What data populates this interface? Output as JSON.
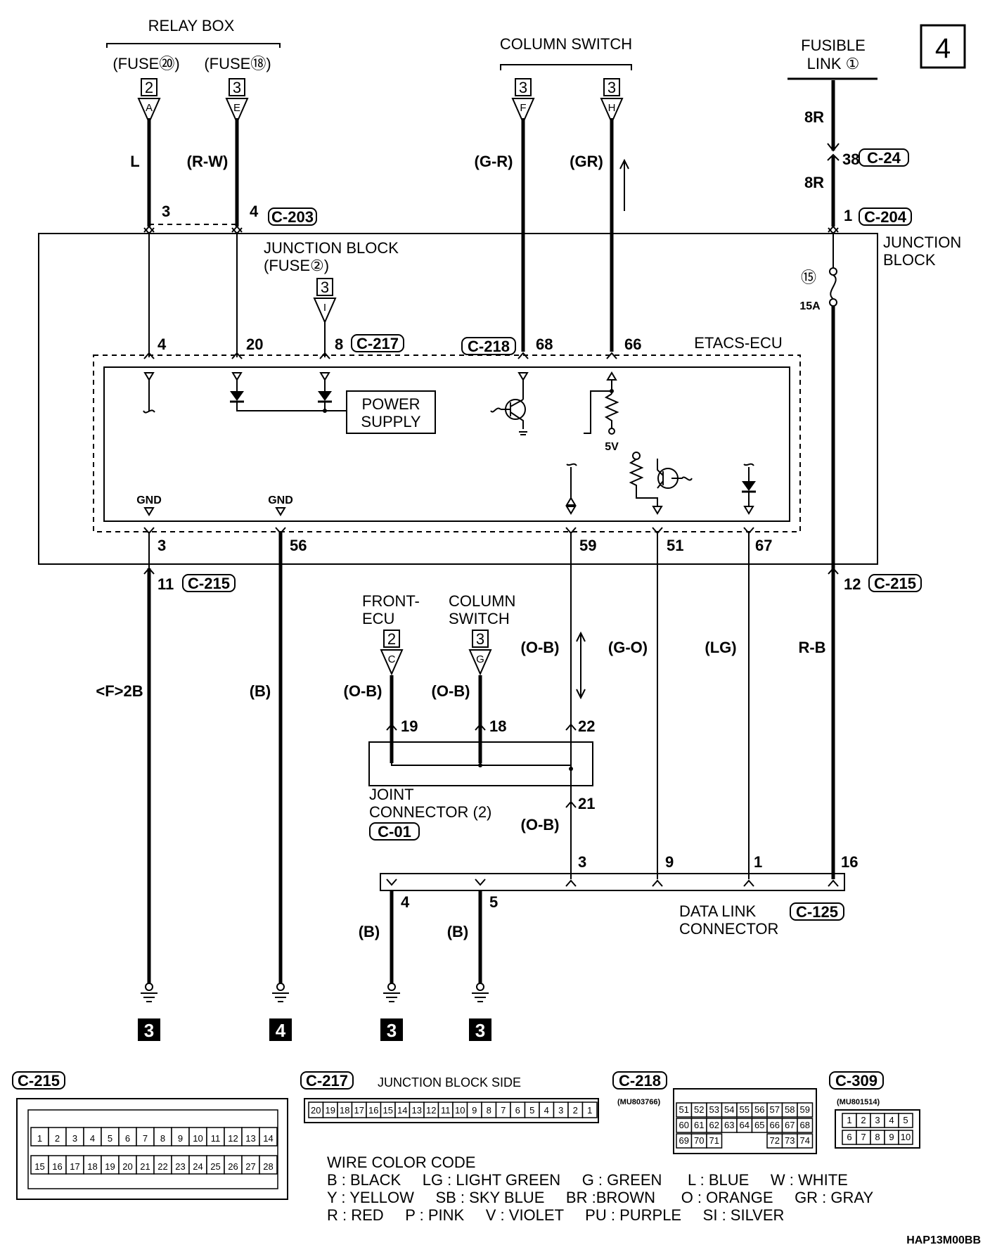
{
  "page_number": "4",
  "headers": {
    "relay_box": "RELAY BOX",
    "fuse23": "(FUSE⑳)",
    "fuse22": "(FUSE⑱)",
    "column_switch": "COLUMN SWITCH",
    "fusible_link_1": "FUSIBLE",
    "fusible_link_2": "LINK ①",
    "junction_block": "JUNCTION BLOCK",
    "junction_block_fuse": "(FUSE②)",
    "junction_block_r1": "JUNCTION",
    "junction_block_r2": "BLOCK",
    "etacs": "ETACS-ECU",
    "power_supply_1": "POWER",
    "power_supply_2": "SUPPLY",
    "front_ecu_1": "FRONT-",
    "front_ecu_2": "ECU",
    "column_switch2_1": "COLUMN",
    "column_switch2_2": "SWITCH",
    "joint_1": "JOINT",
    "joint_2": "CONNECTOR (2)",
    "dlc_1": "DATA LINK",
    "dlc_2": "CONNECTOR",
    "fuse15": "⑮",
    "fuse15a": "15A",
    "v5": "5V",
    "gnd": "GND"
  },
  "connector_tags": {
    "c203": "C-203",
    "c204": "C-204",
    "c24": "C-24",
    "c217": "C-217",
    "c218": "C-218",
    "c215a": "C-215",
    "c215b": "C-215",
    "c01": "C-01",
    "c125": "C-125"
  },
  "connector_ends": {
    "a": {
      "num": "2",
      "letter": "A"
    },
    "e": {
      "num": "3",
      "letter": "E"
    },
    "f": {
      "num": "3",
      "letter": "F"
    },
    "h": {
      "num": "3",
      "letter": "H"
    },
    "i": {
      "num": "3",
      "letter": "I"
    },
    "c": {
      "num": "2",
      "letter": "C"
    },
    "g": {
      "num": "3",
      "letter": "G"
    }
  },
  "wire_colors": {
    "l": "L",
    "rw": "(R-W)",
    "gr_r": "(G-R)",
    "gr": "(GR)",
    "r8a": "8R",
    "r8b": "8R",
    "f2b": "<F>2B",
    "b1": "(B)",
    "ob1": "(O-B)",
    "ob2": "(O-B)",
    "ob3": "(O-B)",
    "ob4": "(O-B)",
    "go": "(G-O)",
    "lg": "(LG)",
    "rb": "R-B",
    "b2": "(B)",
    "b3": "(B)"
  },
  "pins": {
    "p3a": "3",
    "p4a": "4",
    "p38": "38",
    "p1a": "1",
    "p4b": "4",
    "p20": "20",
    "p8": "8",
    "p68": "68",
    "p66": "66",
    "p3b": "3",
    "p56": "56",
    "p59": "59",
    "p51": "51",
    "p67": "67",
    "p11": "11",
    "p12": "12",
    "p19": "19",
    "p18": "18",
    "p22": "22",
    "p21": "21",
    "p3c": "3",
    "p9": "9",
    "p1b": "1",
    "p16": "16",
    "p4c": "4",
    "p5": "5"
  },
  "grounds": {
    "g1": "3",
    "g2": "4",
    "g3": "3",
    "g4": "3"
  },
  "connector_faces": {
    "c215_title": "C-215",
    "c215_row1": [
      "1",
      "2",
      "3",
      "4",
      "5",
      "6",
      "7",
      "8",
      "9",
      "10",
      "11",
      "12",
      "13",
      "14"
    ],
    "c215_row2": [
      "15",
      "16",
      "17",
      "18",
      "19",
      "20",
      "21",
      "22",
      "23",
      "24",
      "25",
      "26",
      "27",
      "28"
    ],
    "c217_title": "C-217",
    "c217_caption": "JUNCTION BLOCK SIDE",
    "c217_row": [
      "20",
      "19",
      "18",
      "17",
      "16",
      "15",
      "14",
      "13",
      "12",
      "11",
      "10",
      "9",
      "8",
      "7",
      "6",
      "5",
      "4",
      "3",
      "2",
      "1"
    ],
    "c218_title": "C-218",
    "c218_part": "(MU803766)",
    "c218_row1": [
      "51",
      "52",
      "53",
      "54",
      "55",
      "56",
      "57",
      "58",
      "59"
    ],
    "c218_row2": [
      "60",
      "61",
      "62",
      "63",
      "64",
      "65",
      "66",
      "67",
      "68"
    ],
    "c218_row3": [
      "69",
      "70",
      "71",
      "",
      "",
      "",
      "72",
      "73",
      "74"
    ],
    "c309_title": "C-309",
    "c309_part": "(MU801514)",
    "c309_row1": [
      "1",
      "2",
      "3",
      "4",
      "5"
    ],
    "c309_row2": [
      "6",
      "7",
      "8",
      "9",
      "10"
    ]
  },
  "legend": {
    "title": "WIRE COLOR CODE",
    "line1": "B : BLACK     LG : LIGHT GREEN     G : GREEN      L : BLUE     W : WHITE",
    "line2": "Y : YELLOW     SB : SKY BLUE     BR :BROWN      O : ORANGE     GR : GRAY",
    "line3": "R : RED     P : PINK     V : VIOLET     PU : PURPLE     SI : SILVER"
  },
  "figure_code": "HAP13M00BB"
}
